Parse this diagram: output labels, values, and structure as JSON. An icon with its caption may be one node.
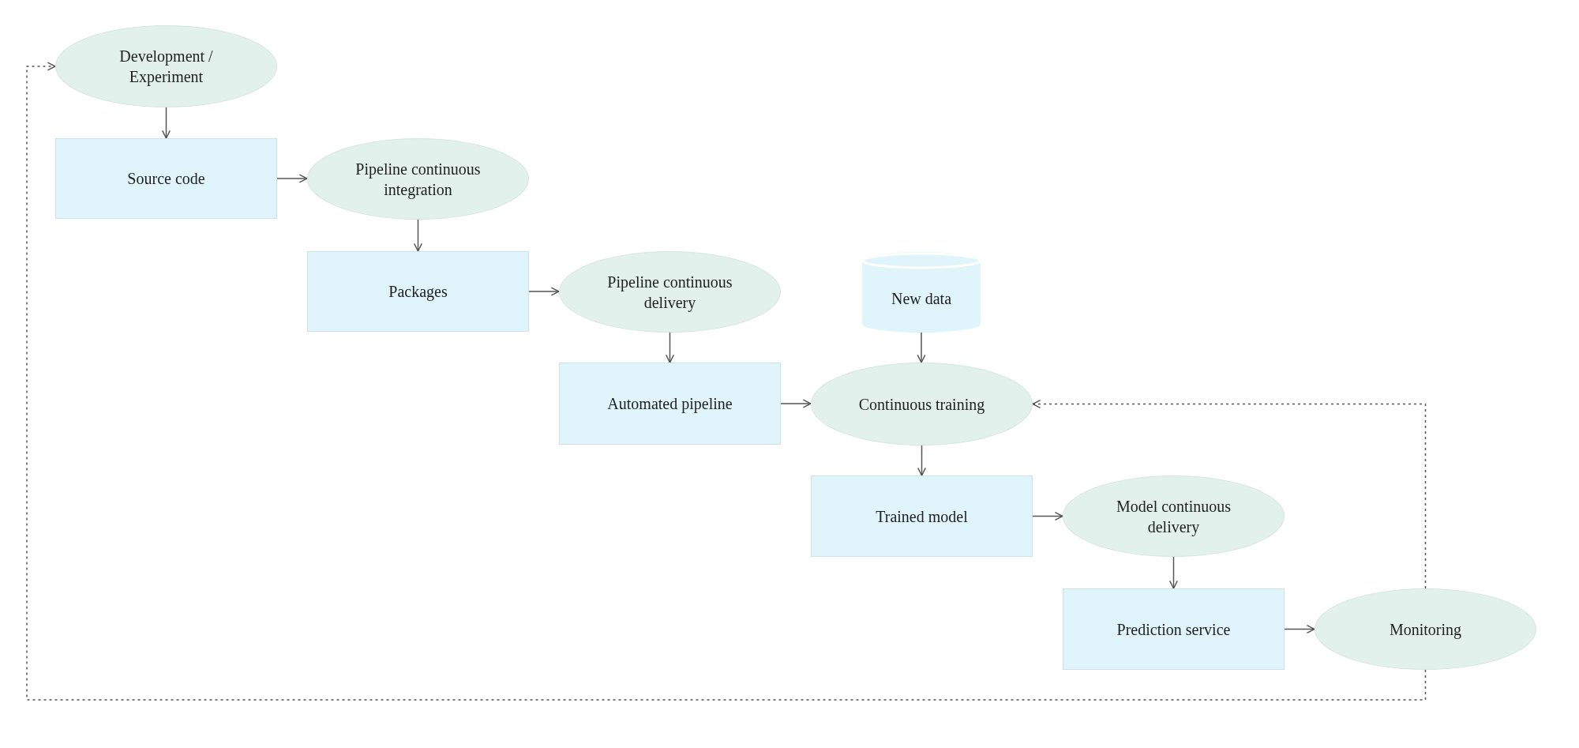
{
  "diagram": {
    "nodes": [
      {
        "text": [
          "Development / Experiment"
        ]
      },
      {
        "text": [
          "Source code"
        ]
      },
      {
        "text": [
          "Pipeline continuous integration"
        ]
      },
      {
        "text": [
          "Packages"
        ]
      },
      {
        "text": [
          "Pipeline continuous delivery"
        ]
      },
      {
        "text": [
          "New data"
        ]
      },
      {
        "text": [
          "Automated pipeline"
        ]
      },
      {
        "text": [
          "Continuous training"
        ]
      },
      {
        "text": [
          "Trained model"
        ]
      },
      {
        "text": [
          "Model continuous delivery"
        ]
      },
      {
        "text": [
          "Prediction service"
        ]
      },
      {
        "text": [
          "Monitoring"
        ]
      }
    ],
    "edges": [
      {
        "from": 0,
        "to": 1,
        "arrow": "to"
      },
      {
        "from": 1,
        "to": 2,
        "arrow": "to"
      },
      {
        "from": 2,
        "to": 3,
        "arrow": "to"
      },
      {
        "from": 3,
        "to": 4,
        "arrow": "to"
      },
      {
        "from": 4,
        "to": 6,
        "arrow": "to"
      },
      {
        "from": 6,
        "to": 7,
        "arrow": "to"
      },
      {
        "from": 5,
        "to": 7,
        "arrow": "to"
      },
      {
        "from": 7,
        "to": 8,
        "arrow": "to"
      },
      {
        "from": 8,
        "to": 9,
        "arrow": "to"
      },
      {
        "from": 9,
        "to": 10,
        "arrow": "to"
      },
      {
        "from": 10,
        "to": 11,
        "arrow": "to"
      },
      {
        "from": 11,
        "to": 7,
        "arrow": "to",
        "style": "dashed"
      },
      {
        "from": 11,
        "to": 0,
        "arrow": "to",
        "style": "dashed"
      }
    ]
  }
}
